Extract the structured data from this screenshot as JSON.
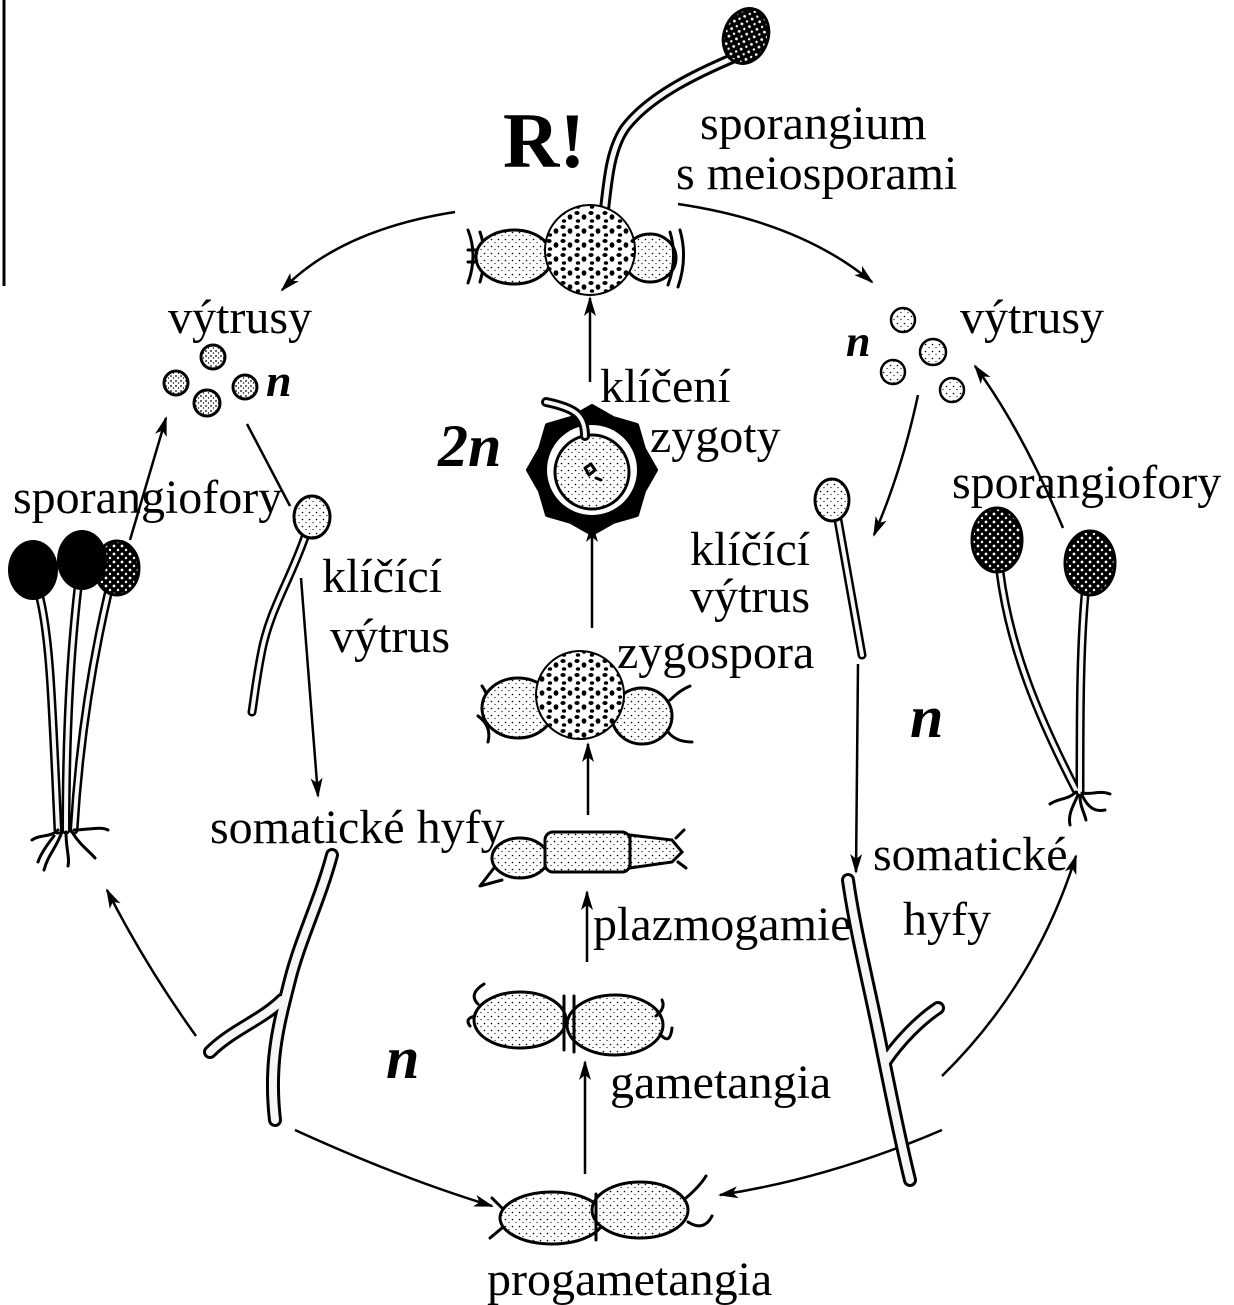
{
  "labels": {
    "reduction_mark": "R!",
    "sporangium_line1": "sporangium",
    "sporangium_line2": "s meiosporami",
    "spores_left": "výtrusy",
    "spores_right": "výtrusy",
    "ploidy_spores_left": "n",
    "ploidy_spores_right": "n",
    "zygote_germination_line1": "klíčení",
    "zygote_germination_line2": "zygoty",
    "ploidy_zygote": "2n",
    "sporangiophores_left": "sporangiofory",
    "sporangiophores_right": "sporangiofory",
    "germinating_spore_left_line1": "klíčící",
    "germinating_spore_left_line2": "výtrus",
    "germinating_spore_right_line1": "klíčící",
    "germinating_spore_right_line2": "výtrus",
    "zygospore": "zygospora",
    "ploidy_right": "n",
    "somatic_hyphae_left": "somatické hyfy",
    "somatic_hyphae_right_line1": "somatické",
    "somatic_hyphae_right_line2": "hyfy",
    "plasmogamy": "plazmogamie",
    "ploidy_left": "n",
    "gametangia": "gametangia",
    "progametangia": "progametangia"
  },
  "colors": {
    "ink": "#000000",
    "paper": "#ffffff"
  }
}
